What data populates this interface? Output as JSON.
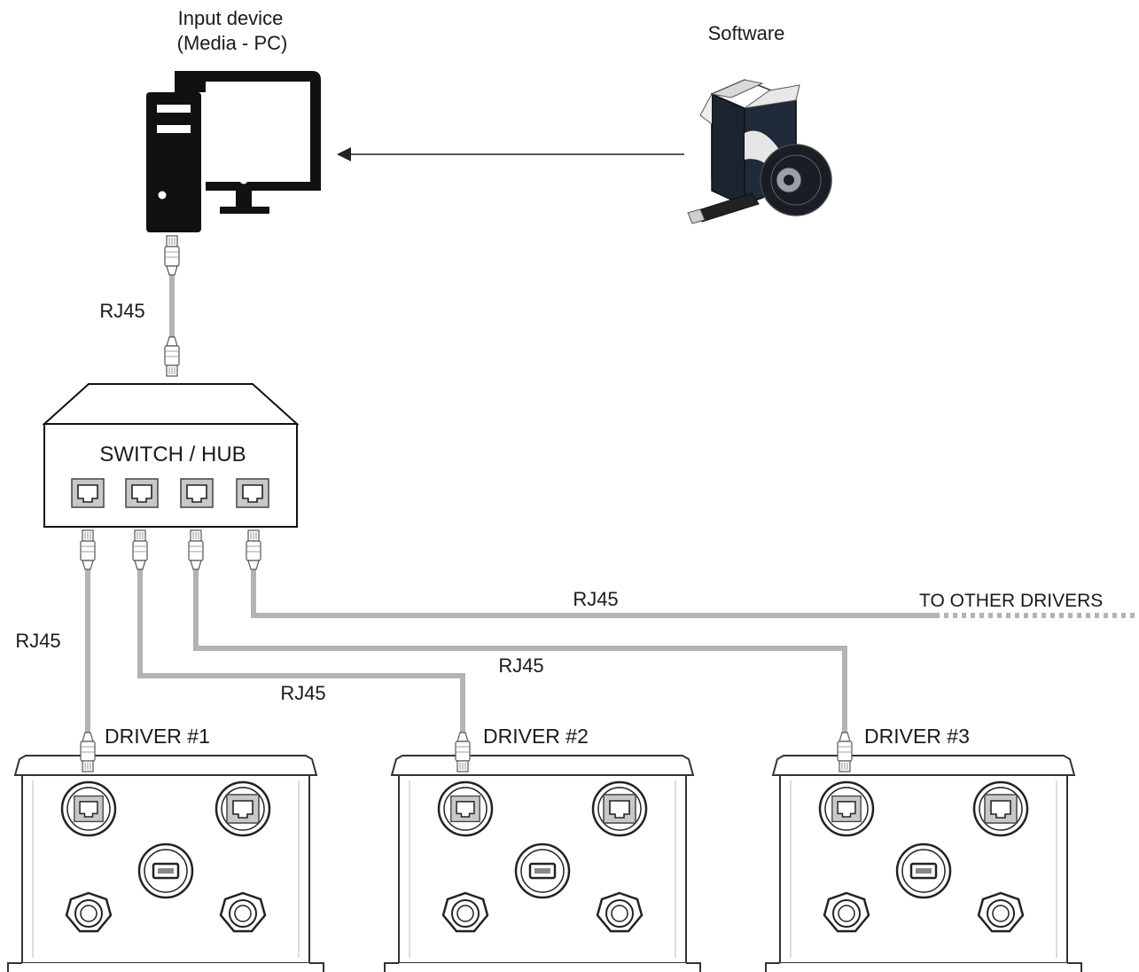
{
  "input_device": {
    "line1": "Input device",
    "line2": "(Media - PC)",
    "icon": "computer-icon"
  },
  "software": {
    "label": "Software",
    "icon": "software-box-icon"
  },
  "switch": {
    "label": "SWITCH / HUB",
    "port_icon": "rj45-port-icon",
    "port_count": 4
  },
  "cable_labels": {
    "pc_to_switch": "RJ45",
    "to_driver1": "RJ45",
    "to_driver2": "RJ45",
    "to_driver3": "RJ45",
    "to_other": "RJ45"
  },
  "other_drivers": "TO OTHER DRIVERS",
  "drivers": [
    {
      "label": "DRIVER #1"
    },
    {
      "label": "DRIVER #2"
    },
    {
      "label": "DRIVER #3"
    }
  ],
  "colors": {
    "cable": "#b3b3b3",
    "device": "#111111",
    "port_fill": "#c8c8c8"
  }
}
